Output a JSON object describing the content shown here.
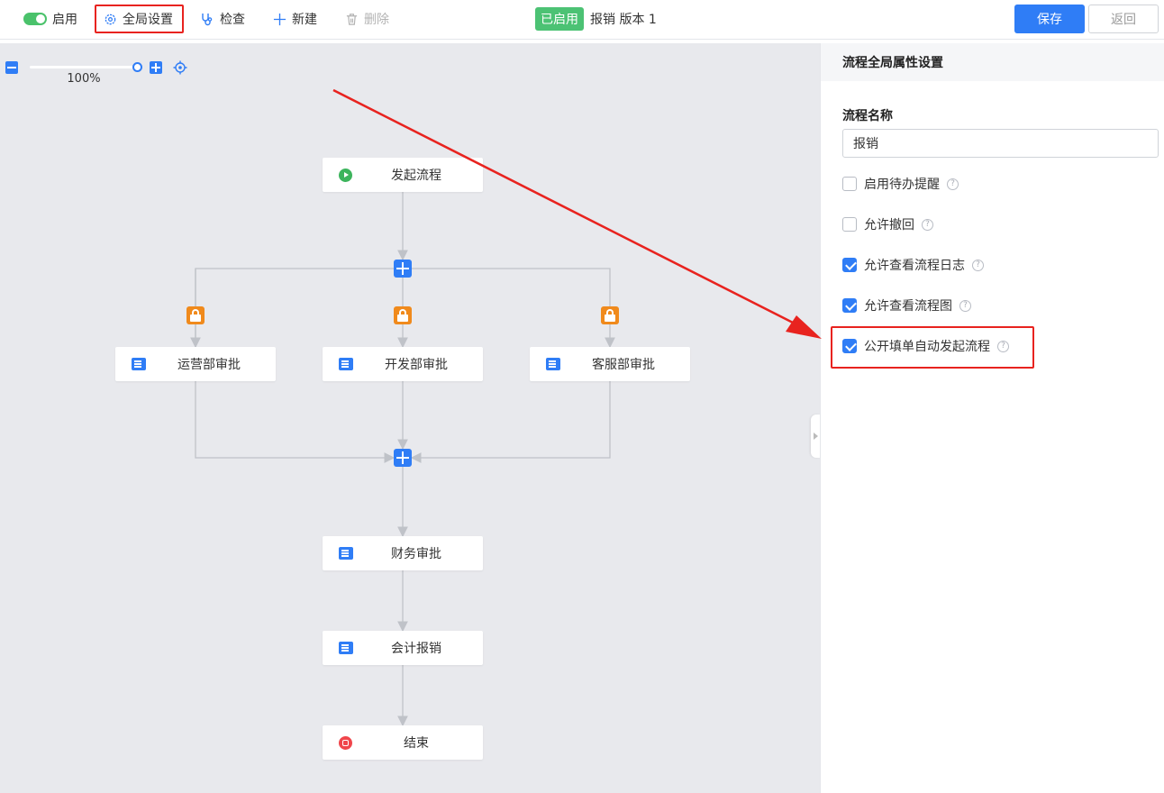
{
  "toolbar": {
    "enable_label": "启用",
    "global_settings_label": "全局设置",
    "check_label": "检查",
    "new_label": "新建",
    "delete_label": "删除",
    "status_badge": "已启用",
    "process_title": "报销 版本 1",
    "save_label": "保存",
    "back_label": "返回"
  },
  "zoom": {
    "level_text": "100%"
  },
  "flow": {
    "start_node": "发起流程",
    "branch_nodes": [
      "运营部审批",
      "开发部审批",
      "客服部审批"
    ],
    "finance_node": "财务审批",
    "accounting_node": "会计报销",
    "end_node": "结束"
  },
  "panel": {
    "title": "流程全局属性设置",
    "name_label": "流程名称",
    "name_value": "报销",
    "options": [
      {
        "label": "启用待办提醒",
        "checked": false
      },
      {
        "label": "允许撤回",
        "checked": false
      },
      {
        "label": "允许查看流程日志",
        "checked": true
      },
      {
        "label": "允许查看流程图",
        "checked": true
      },
      {
        "label": "公开填单自动发起流程",
        "checked": true
      }
    ]
  },
  "colors": {
    "accent": "#2f7df6",
    "highlight": "#e8231f",
    "status_green": "#4cc274",
    "condition_orange": "#f08a1c"
  }
}
